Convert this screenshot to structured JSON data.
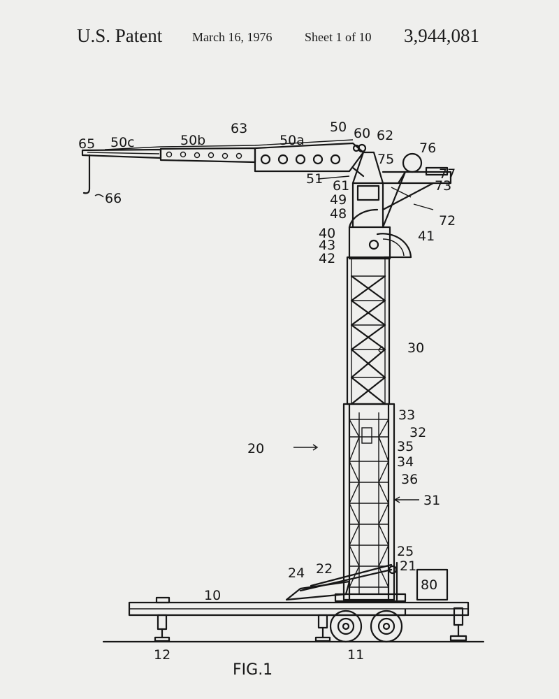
{
  "header": {
    "left": "U.S. Patent",
    "date": "March 16, 1976",
    "sheet": "Sheet 1 of 10",
    "number": "3,944,081"
  },
  "figure_label": "FIG.1",
  "reference_numerals": {
    "n65": "65",
    "n50c": "50c",
    "n50b": "50b",
    "n63": "63",
    "n50a": "50a",
    "n50": "50",
    "n60": "60",
    "n62": "62",
    "n76": "76",
    "n75": "75",
    "n77": "77",
    "n73": "73",
    "n72": "72",
    "n51": "51",
    "n61": "61",
    "n49": "49",
    "n48": "48",
    "n40": "40",
    "n41": "41",
    "n43": "43",
    "n42": "42",
    "n30": "30",
    "n33": "33",
    "n32": "32",
    "n35": "35",
    "n34": "34",
    "n20": "20",
    "n36": "36",
    "n31": "31",
    "n25": "25",
    "n21": "21",
    "n24": "24",
    "n22": "22",
    "n80": "80",
    "n10": "10",
    "n12": "12",
    "n11": "11",
    "n66": "66"
  }
}
